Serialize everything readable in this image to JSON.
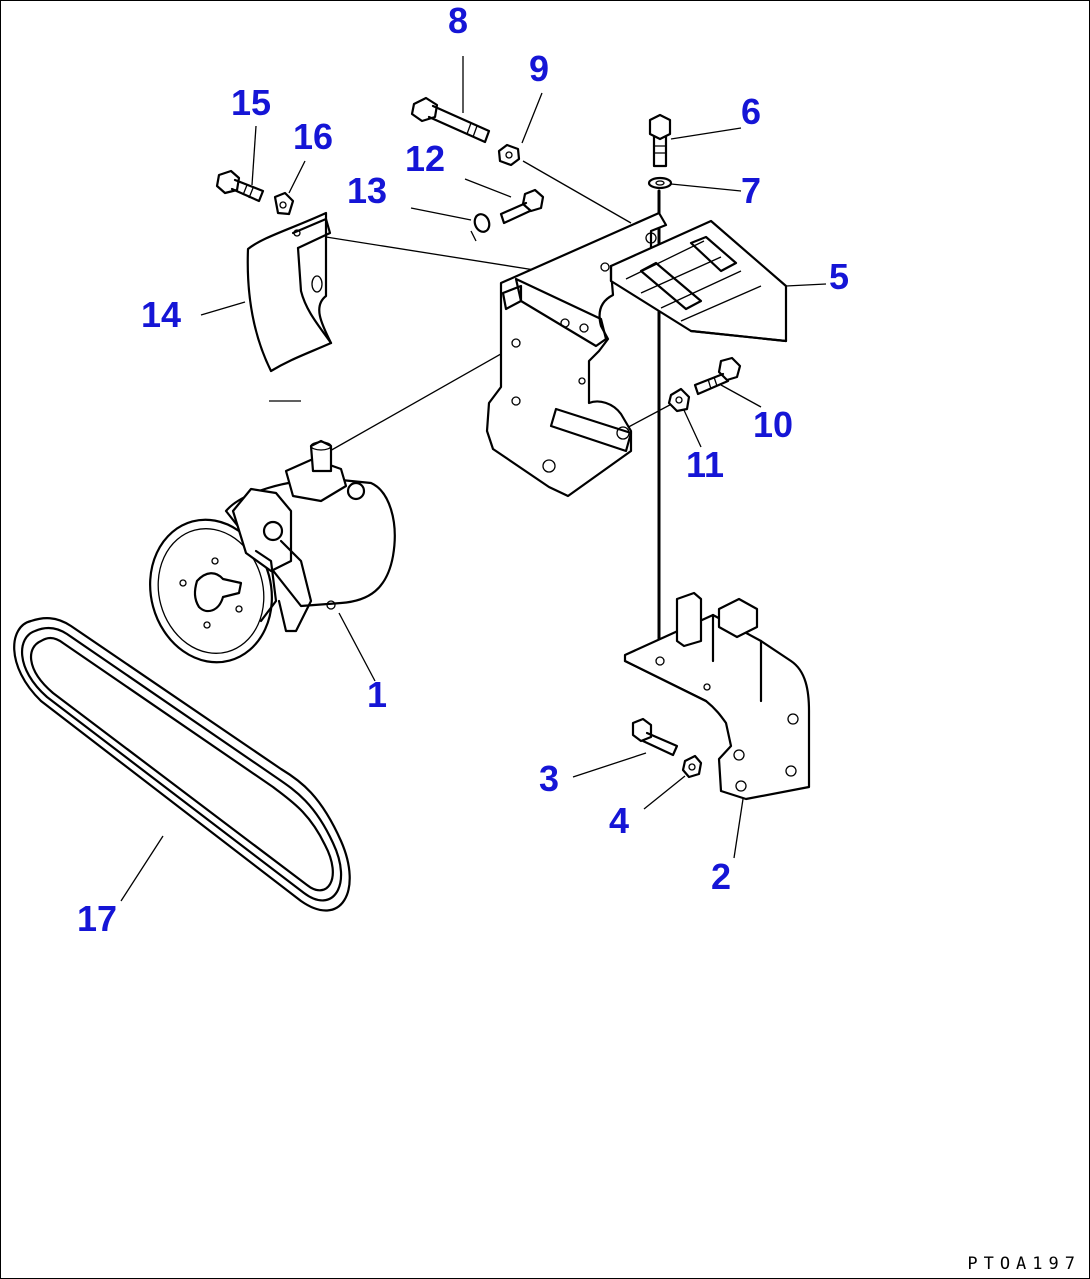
{
  "diagram": {
    "drawing_code": "PTOA197",
    "callouts": [
      {
        "id": "1",
        "text": "1"
      },
      {
        "id": "2",
        "text": "2"
      },
      {
        "id": "3",
        "text": "3"
      },
      {
        "id": "4",
        "text": "4"
      },
      {
        "id": "5",
        "text": "5"
      },
      {
        "id": "6",
        "text": "6"
      },
      {
        "id": "7",
        "text": "7"
      },
      {
        "id": "8",
        "text": "8"
      },
      {
        "id": "9",
        "text": "9"
      },
      {
        "id": "10",
        "text": "10"
      },
      {
        "id": "11",
        "text": "11"
      },
      {
        "id": "12",
        "text": "12"
      },
      {
        "id": "13",
        "text": "13"
      },
      {
        "id": "14",
        "text": "14"
      },
      {
        "id": "15",
        "text": "15"
      },
      {
        "id": "16",
        "text": "16"
      },
      {
        "id": "17",
        "text": "17"
      }
    ],
    "callout_color": "#1515d6",
    "line_color": "#000000"
  }
}
